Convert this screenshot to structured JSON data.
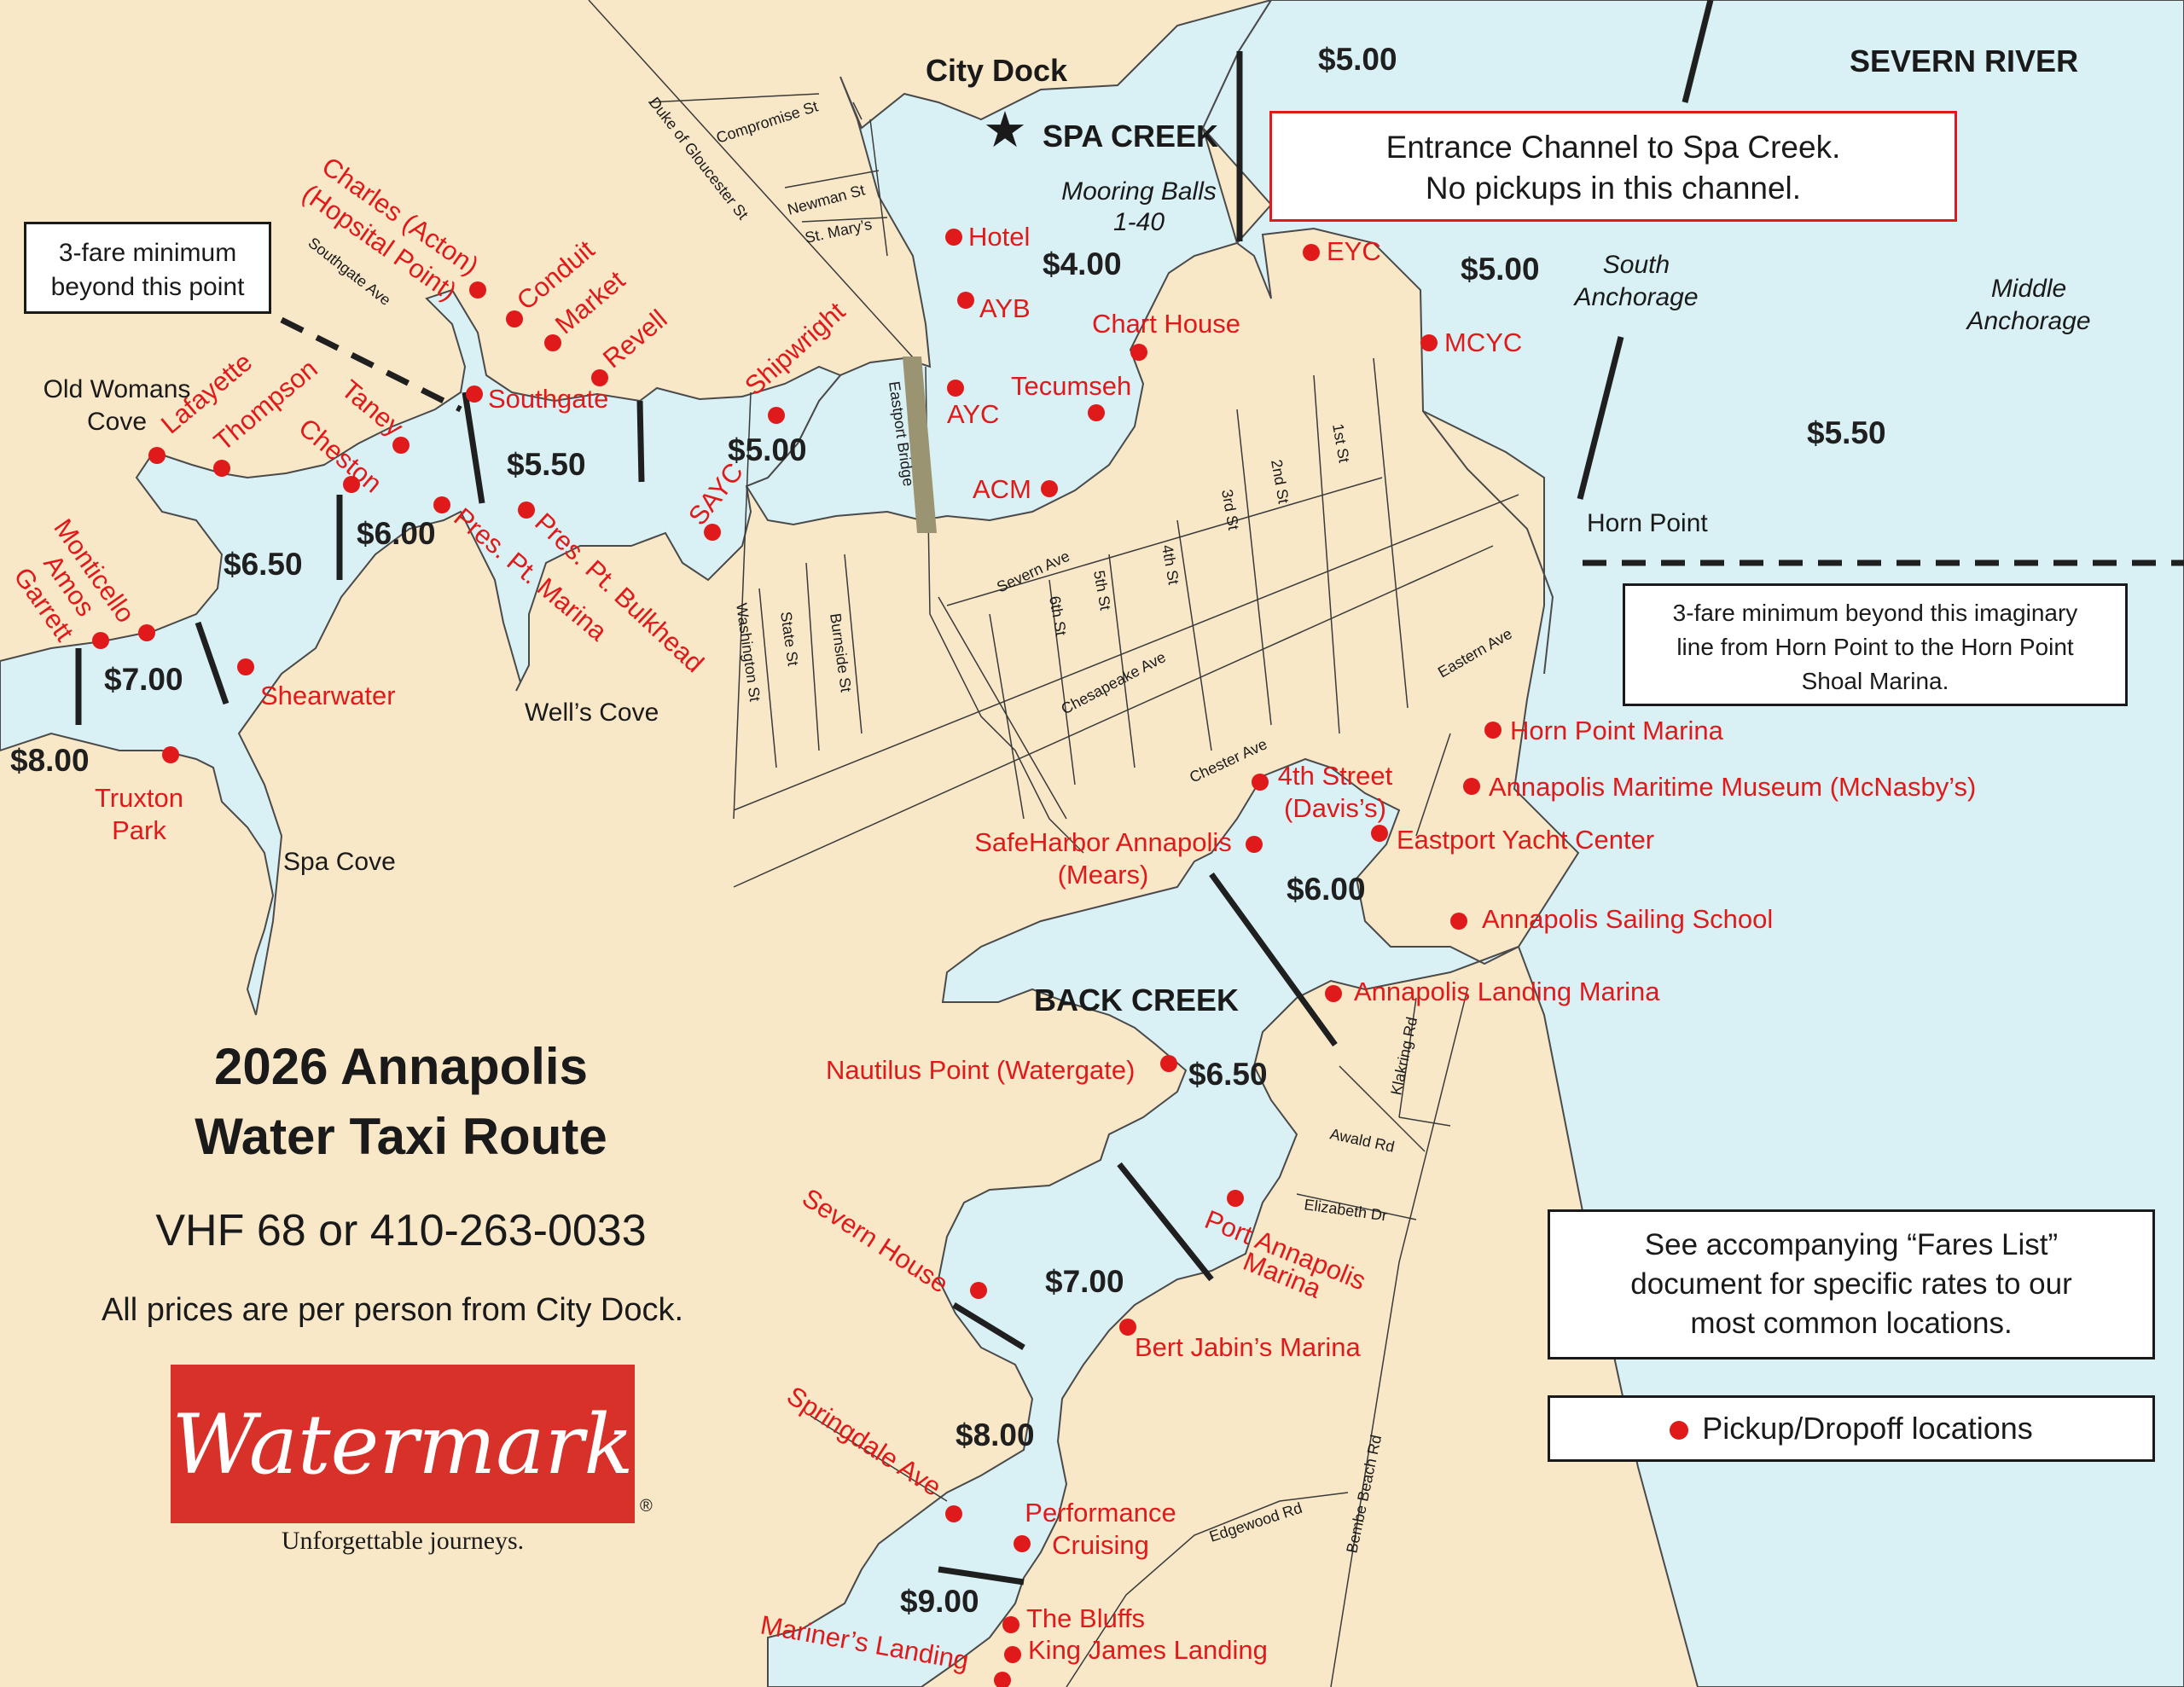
{
  "title_line1": "2026 Annapolis",
  "title_line2": "Water Taxi Route",
  "contact": "VHF 68 or 410-263-0033",
  "prices_note": "All prices are per person from City Dock.",
  "brand": {
    "name": "Watermark",
    "tagline": "Unforgettable journeys.",
    "color": "#d8312a"
  },
  "colors": {
    "land": "#f9e8c8",
    "water": "#d9f1f5",
    "pickup": "#e01a1a"
  },
  "places": {
    "city_dock": "City Dock",
    "spa_creek": "SPA CREEK",
    "severn_river": "SEVERN RIVER",
    "back_creek": "BACK CREEK",
    "mooring_1": "Mooring Balls",
    "mooring_2": "1-40",
    "south_anch_1": "South",
    "south_anch_2": "Anchorage",
    "middle_anch_1": "Middle",
    "middle_anch_2": "Anchorage",
    "horn_point": "Horn Point",
    "old_womans_1": "Old Womans",
    "old_womans_2": "Cove",
    "wells_cove": "Well’s Cove",
    "spa_cove": "Spa Cove"
  },
  "notes": {
    "entrance_1": "Entrance Channel to Spa Creek.",
    "entrance_2": "No pickups in this channel.",
    "min_left_1": "3-fare minimum",
    "min_left_2": "beyond this point",
    "min_right_1": "3-fare minimum beyond this imaginary",
    "min_right_2": "line from Horn Point to the Horn Point",
    "min_right_3": "Shoal Marina.",
    "fares_1": "See accompanying “Fares List”",
    "fares_2": "document for specific rates to our",
    "fares_3": "most common locations.",
    "legend": "Pickup/Dropoff locations"
  },
  "fares": {
    "f500_top": "$5.00",
    "f400": "$4.00",
    "f500_eyc": "$5.00",
    "f550_right": "$5.50",
    "f500_ship": "$5.00",
    "f550_south": "$5.50",
    "f600_ches": "$6.00",
    "f650_left": "$6.50",
    "f700_left": "$7.00",
    "f800_left": "$8.00",
    "f600_back": "$6.00",
    "f650_back": "$6.50",
    "f700_back": "$7.00",
    "f800_back": "$8.00",
    "f900_back": "$9.00"
  },
  "pickups": {
    "hotel": "Hotel",
    "ayb": "AYB",
    "ayc": "AYC",
    "acm": "ACM",
    "tecumseh": "Tecumseh",
    "chart_house": "Chart House",
    "eyc": "EYC",
    "mcyc": "MCYC",
    "charles_1": "Charles (Acton)",
    "charles_2": "(Hopsital Point)",
    "conduit": "Conduit",
    "market": "Market",
    "revell": "Revell",
    "southgate": "Southgate",
    "shipwright": "Shipwright",
    "sayc": "SAYC",
    "lafayette": "Lafayette",
    "thompson": "Thompson",
    "taney": "Taney",
    "cheston": "Cheston",
    "pres_marina": "Pres. Pt. Marina",
    "pres_bulkhead": "Pres. Pt. Bulkhead",
    "monticello": "Monticello",
    "amos": "Amos",
    "garrett": "Garrett",
    "shearwater": "Shearwater",
    "truxton_1": "Truxton",
    "truxton_2": "Park",
    "horn_marina": "Horn Point Marina",
    "museum": "Annapolis Maritime Museum (McNasby’s)",
    "fourth_1": "4th Street",
    "fourth_2": "(Davis’s)",
    "eastport_yc": "Eastport Yacht Center",
    "safeharbor_1": "SafeHarbor Annapolis",
    "safeharbor_2": "(Mears)",
    "sailing_school": "Annapolis Sailing School",
    "landing_marina": "Annapolis Landing Marina",
    "nautilus": "Nautilus Point (Watergate)",
    "port_1": "Port Annapolis",
    "port_2": "Marina",
    "severn_house": "Severn House",
    "bert_jabin": "Bert Jabin’s Marina",
    "springdale": "Springdale Ave",
    "performance_1": "Performance",
    "performance_2": "Cruising",
    "bluffs": "The Bluffs",
    "king_james": "King James Landing",
    "mariners": "Mariner’s Landing"
  },
  "streets": {
    "compromise": "Compromise St",
    "duke": "Duke of Gloucester St",
    "newman": "Newman St",
    "st_marys": "St. Mary’s",
    "southgate_ave": "Southgate Ave",
    "eastport_bridge": "Eastport Bridge",
    "severn_ave": "Severn Ave",
    "sixth": "6th St",
    "fifth": "5th St",
    "fourth": "4th St",
    "third": "3rd St",
    "second": "2nd St",
    "first": "1st St",
    "chesapeake": "Chesapeake Ave",
    "chester": "Chester Ave",
    "eastern": "Eastern Ave",
    "washington": "Washington St",
    "state": "State St",
    "burnside": "Burnside St",
    "klakring": "Klakring Rd",
    "awald": "Awald Rd",
    "elizabeth": "Elizabeth Dr",
    "edgewood": "Edgewood Rd",
    "bembe": "Bembe Beach Rd"
  }
}
